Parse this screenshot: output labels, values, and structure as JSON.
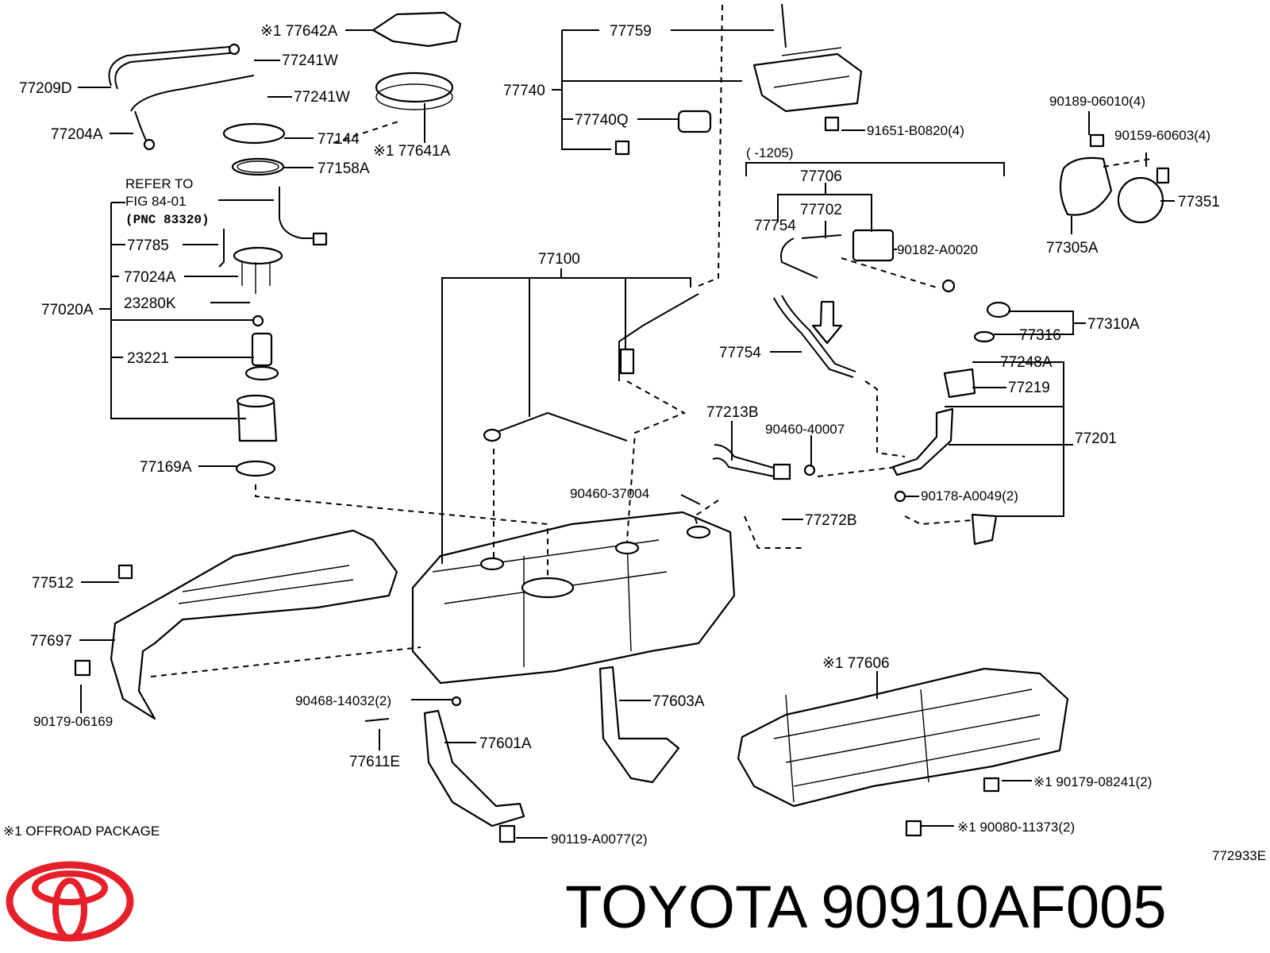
{
  "diagram": {
    "labels": {
      "p77642A": "※1 77642A",
      "p77241W_a": "77241W",
      "p77241W_b": "77241W",
      "p77209D": "77209D",
      "p77204A": "77204A",
      "p77144": "77144",
      "p77641A": "※1 77641A",
      "p77158A": "77158A",
      "refer1": "REFER TO",
      "refer2": "FIG 84-01",
      "refer3": "(PNC 83320)",
      "p77785": "77785",
      "p77024A": "77024A",
      "p77020A": "77020A",
      "p23280K": "23280K",
      "p23221": "23221",
      "p77169A": "77169A",
      "p77759": "77759",
      "p77740": "77740",
      "p77740Q": "77740Q",
      "p91651": "91651-B0820(4)",
      "range1205": "(     -1205)",
      "p77706": "77706",
      "p77702": "77702",
      "p77754_a": "77754",
      "p90182": "90182-A0020",
      "p77754_b": "77754",
      "p90189": "90189-06010(4)",
      "p90159": "90159-60603(4)",
      "p77351": "77351",
      "p77305A": "77305A",
      "p77100": "77100",
      "p77310A": "77310A",
      "p77316": "77316",
      "p77248A": "77248A",
      "p77219": "77219",
      "p77201": "77201",
      "p77213B": "77213B",
      "p90460_40007": "90460-40007",
      "p90460_37004": "90460-37004",
      "p77272B": "77272B",
      "p90178": "90178-A0049(2)",
      "p77512": "77512",
      "p77697": "77697",
      "p90179_06169": "90179-06169",
      "p90468": "90468-14032(2)",
      "p77611E": "77611E",
      "p77601A": "77601A",
      "p77603A": "77603A",
      "p77606": "※1 77606",
      "p90179_08241": "※1 90179-08241(2)",
      "p90080": "※1 90080-11373(2)",
      "p90119": "90119-A0077(2)",
      "footnote": "※1 OFFROAD PACKAGE",
      "figcode": "772933E"
    }
  },
  "footer": {
    "brand_part": "TOYOTA 90910AF005",
    "logo_color": "#e5202a"
  }
}
